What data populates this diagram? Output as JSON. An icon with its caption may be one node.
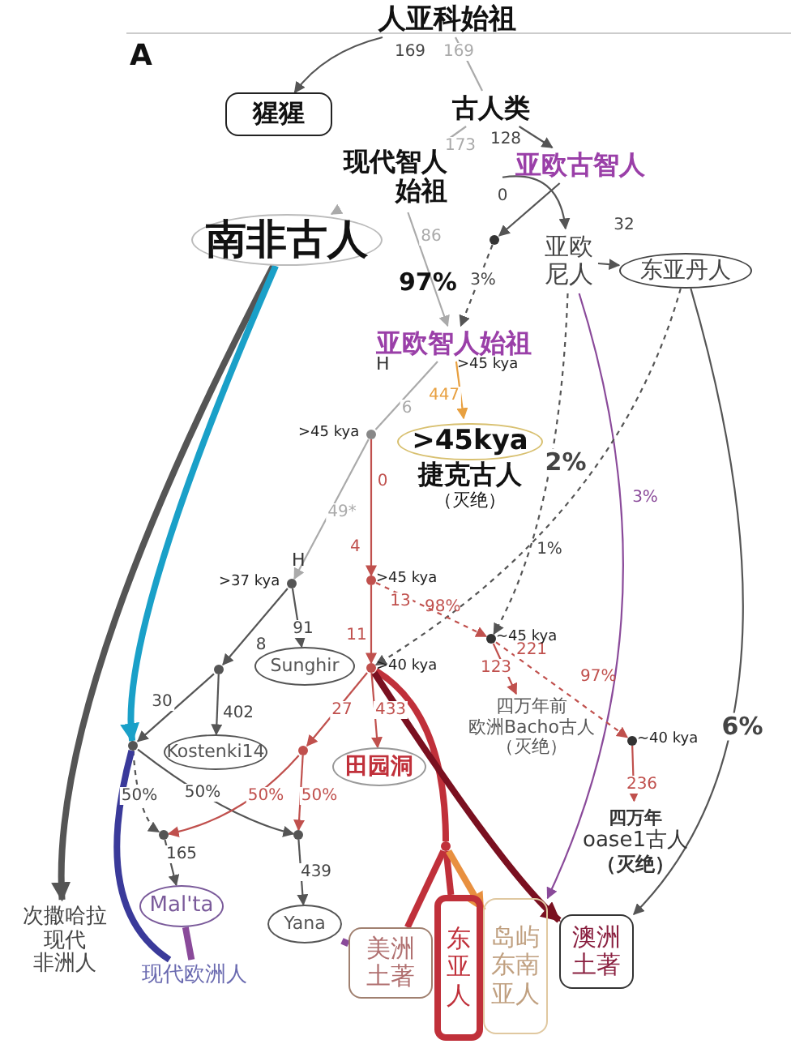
{
  "diagram": {
    "nodes": [
      {
        "text": [
          "人亚科始祖"
        ]
      },
      {
        "text": [
          "猩猩"
        ]
      },
      {
        "text": [
          "古人类"
        ]
      },
      {
        "text": [
          "现代智人始祖"
        ]
      },
      {
        "text": [
          "亚欧古智人"
        ]
      },
      {
        "text": [
          "南非古人"
        ]
      },
      {
        "text": [
          "亚欧尼人"
        ]
      },
      {
        "text": [
          "东亚丹人"
        ]
      },
      {
        "text": [
          "亚欧智人始祖"
        ],
        "beside": [
          ">45 kya"
        ]
      },
      {
        "text": [
          ">45kya",
          "捷克古人",
          "（灭绝）"
        ]
      },
      {
        "text": [
          "Sunghir"
        ]
      },
      {
        "text": [
          "Kostenki14"
        ]
      },
      {
        "text": [
          "田园洞"
        ]
      },
      {
        "text": [
          "四万年前",
          "欧洲Bacho古人",
          "（灭绝）"
        ]
      },
      {
        "text": [
          "四万年",
          "oase1古人",
          "（灭绝）"
        ]
      },
      {
        "text": [
          "Mal'ta"
        ]
      },
      {
        "text": [
          "Yana"
        ]
      },
      {
        "text": [
          "次撒哈拉",
          "现代",
          "非洲人"
        ]
      },
      {
        "text": [
          "现代欧洲人"
        ]
      },
      {
        "text": [
          "美洲土著"
        ]
      },
      {
        "text": [
          "东亚人"
        ]
      },
      {
        "text": [
          "岛屿东南亚人"
        ]
      },
      {
        "text": [
          "澳洲土著"
        ]
      },
      {
        "text": [],
        "shape": "circle"
      },
      {
        "text": [],
        "shape": "circle",
        "beside": [
          ">45 kya"
        ]
      },
      {
        "text": [],
        "shape": "circle",
        "beside": [
          ">37 kya"
        ]
      },
      {
        "text": [],
        "shape": "circle"
      },
      {
        "text": [],
        "shape": "circle"
      },
      {
        "text": [],
        "shape": "circle",
        "beside": [
          ">45 kya"
        ]
      },
      {
        "text": [],
        "shape": "circle",
        "beside": [
          ">40 kya"
        ]
      },
      {
        "text": [],
        "shape": "circle"
      },
      {
        "text": [],
        "shape": "circle",
        "beside": [
          "~45 kya"
        ]
      },
      {
        "text": [],
        "shape": "circle",
        "beside": [
          "~40 kya"
        ]
      },
      {
        "text": [],
        "shape": "circle"
      },
      {
        "text": [],
        "shape": "circle"
      },
      {
        "text": [],
        "shape": "circle"
      }
    ],
    "edges": [
      {
        "from": 0,
        "to": 1,
        "arrow": "to",
        "label": "169"
      },
      {
        "from": 0,
        "to": 2,
        "arrow": "none",
        "label": "169",
        "color": "#aaaaaa"
      },
      {
        "from": 2,
        "to": 3,
        "arrow": "none",
        "label": "173",
        "color": "#aaaaaa"
      },
      {
        "from": 2,
        "to": 4,
        "arrow": "to",
        "label": "128"
      },
      {
        "from": 3,
        "to": 5,
        "arrow": "to",
        "color": "#aaaaaa"
      },
      {
        "from": 3,
        "to": 8,
        "arrow": "to",
        "label": "86",
        "color": "#aaaaaa"
      },
      {
        "from": 4,
        "to": 23,
        "arrow": "to",
        "label": "0"
      },
      {
        "from": 23,
        "to": 8,
        "arrow": "to",
        "label": "3%",
        "style": "dashed"
      },
      {
        "from": 4,
        "to": 6,
        "arrow": "to"
      },
      {
        "from": 6,
        "to": 7,
        "arrow": "to",
        "label": "32"
      },
      {
        "from": 6,
        "to": 31,
        "arrow": "to",
        "label": "2%",
        "style": "dashed"
      },
      {
        "from": 6,
        "to": 21,
        "arrow": "to",
        "label": "3%",
        "color": "#8a4a9a"
      },
      {
        "from": 7,
        "to": 29,
        "arrow": "to",
        "label": "1%",
        "style": "dashed"
      },
      {
        "from": 7,
        "to": 22,
        "arrow": "to",
        "label": "6%"
      },
      {
        "from": 8,
        "to": 9,
        "arrow": "to",
        "label": "447",
        "color": "#e8a040"
      },
      {
        "from": 8,
        "to": 24,
        "arrow": "none",
        "label": "6",
        "color": "#aaaaaa"
      },
      {
        "from": 24,
        "to": 28,
        "arrow": "to",
        "label": "0",
        "color": "#c0504d"
      },
      {
        "from": 24,
        "to": 25,
        "arrow": "to",
        "label": "49*",
        "color": "#aaaaaa"
      },
      {
        "from": 25,
        "to": 10,
        "arrow": "to",
        "label": "91"
      },
      {
        "from": 25,
        "to": 26,
        "arrow": "to",
        "label": "8"
      },
      {
        "from": 26,
        "to": 11,
        "arrow": "to",
        "label": "402"
      },
      {
        "from": 26,
        "to": 27,
        "arrow": "to",
        "label": "30"
      },
      {
        "from": 27,
        "to": 34,
        "arrow": "to",
        "label": "50%",
        "style": "dashed"
      },
      {
        "from": 27,
        "to": 35,
        "arrow": "to",
        "label": "50%"
      },
      {
        "from": 27,
        "to": 18,
        "arrow": "none",
        "style": "thick",
        "color": "#3a3a9a"
      },
      {
        "from": 5,
        "to": 17,
        "arrow": "to",
        "style": "thick"
      },
      {
        "from": 5,
        "to": 27,
        "arrow": "to",
        "style": "thick",
        "color": "#1aa0c8"
      },
      {
        "from": 28,
        "to": 29,
        "arrow": "to",
        "label": "11",
        "color": "#c0504d"
      },
      {
        "from": 28,
        "to": 31,
        "arrow": "to",
        "label": "13",
        "style": "dashed",
        "color": "#c0504d"
      },
      {
        "from": 29,
        "to": 12,
        "arrow": "to",
        "label": "433",
        "color": "#c0504d"
      },
      {
        "from": 29,
        "to": 30,
        "arrow": "to",
        "label": "27",
        "color": "#c0504d"
      },
      {
        "from": 30,
        "to": 34,
        "arrow": "to",
        "label": "50%",
        "color": "#c0504d"
      },
      {
        "from": 30,
        "to": 35,
        "arrow": "to",
        "label": "50%",
        "color": "#c0504d"
      },
      {
        "from": 16,
        "to": 19,
        "arrow": "none",
        "style": "thick",
        "color": "#8a4a9a"
      },
      {
        "from": 15,
        "to": 18,
        "arrow": "none",
        "style": "thick",
        "color": "#8a4a9a"
      },
      {
        "from": 29,
        "to": 33,
        "arrow": "none",
        "style": "thick",
        "color": "#c0303a"
      },
      {
        "from": 33,
        "to": 20,
        "arrow": "none",
        "style": "thick",
        "color": "#c0303a"
      },
      {
        "from": 33,
        "to": 19,
        "arrow": "none",
        "style": "thick",
        "color": "#c0303a"
      },
      {
        "from": 33,
        "to": 21,
        "arrow": "to",
        "style": "thick",
        "color": "#e89040"
      },
      {
        "from": 29,
        "to": 22,
        "arrow": "to",
        "style": "thick",
        "color": "#7a1020"
      },
      {
        "from": 31,
        "to": 13,
        "arrow": "to",
        "label": "123",
        "color": "#c0504d"
      },
      {
        "from": 31,
        "to": 32,
        "arrow": "to",
        "label": "221",
        "style": "dashed",
        "color": "#c0504d"
      },
      {
        "from": 32,
        "to": 14,
        "arrow": "to",
        "label": "236",
        "color": "#c0504d"
      },
      {
        "from": 34,
        "to": 15,
        "arrow": "to",
        "label": "165"
      },
      {
        "from": 35,
        "to": 16,
        "arrow": "to",
        "label": "439"
      }
    ],
    "labels": [
      "A",
      "97%",
      "H",
      "H",
      "4",
      "98%",
      "97%"
    ]
  }
}
